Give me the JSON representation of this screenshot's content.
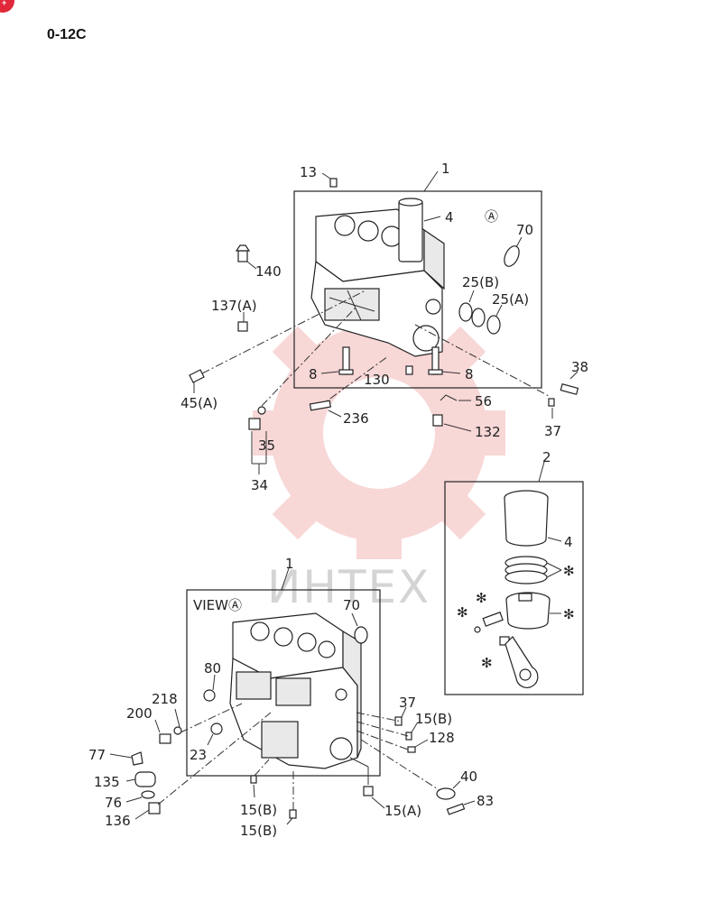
{
  "page": {
    "code": "0-12C",
    "watermark": "ИНТЕХ",
    "badge_color": "#e0283a",
    "watermark_color": "#f4b8b8"
  },
  "labels": {
    "l1a": "1",
    "l4a": "4",
    "lA": "Ⓐ",
    "l70a": "70",
    "l13": "13",
    "l140": "140",
    "l137": "137(A)",
    "l25b": "25(B)",
    "l25a": "25(A)",
    "l8a": "8",
    "l8b": "8",
    "l130": "130",
    "l38": "38",
    "l45": "45(A)",
    "l56": "56",
    "l236": "236",
    "l37a": "37",
    "l35": "35",
    "l132": "132",
    "l34": "34",
    "l2": "2",
    "l4b": "4",
    "s1": "✻",
    "s2": "✻",
    "s3": "✻",
    "s4": "✻",
    "s5": "✻",
    "l1b": "1",
    "lview": "VIEWⒶ",
    "l70b": "70",
    "l80": "80",
    "l218": "218",
    "l200": "200",
    "l23": "23",
    "l77": "77",
    "l135": "135",
    "l76": "76",
    "l136": "136",
    "l37b": "37",
    "l15ba": "15(B)",
    "l128": "128",
    "l40": "40",
    "l83": "83",
    "l15a": "15(A)",
    "l15bb": "15(B)",
    "l15bc": "15(B)"
  }
}
